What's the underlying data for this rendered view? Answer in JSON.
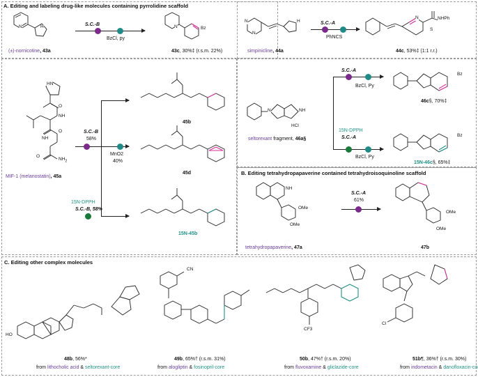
{
  "panelA": {
    "title": "A. Editing and labeling drug-like molecules containing pyrrolidine scaffold",
    "nornicotine": {
      "name": "(±)-nornicotine",
      "num": ", 43a",
      "step": "S.C.-B",
      "reagent": "BzCl, py",
      "prod": "43c",
      "yield": ", 30%‡ (r.s.m. 22%)",
      "bz": "Bz"
    },
    "simpinicline": {
      "name": "simpinicline",
      "num": ", 44a",
      "step": "S.C.-A",
      "reagent": "PhNCS",
      "prod": "44c",
      "yield": ", 53%‡ (1:1 r.r.)",
      "nhph": "NHPh",
      "s": "S"
    },
    "seltorexant": {
      "name": "seltorexant",
      "desc": " fragment, ",
      "num": "46a§",
      "hcl": "HCl",
      "step1": "S.C.-A",
      "reagent1": "BzCl, Py",
      "prod1": "46c",
      "yield1": "§, 70%‡",
      "label15": "15N-DPPH",
      "step2": "S.C.-A",
      "reagent2": "BzCl, Py",
      "prod2": "15N-46c",
      "yield2": "§, 65%‡"
    },
    "mif": {
      "name": "MIF-1 (melanostatin)",
      "num": ", 45a",
      "step": "S.C.-B",
      "pct": "58%",
      "ox": "MnO2",
      "oxpct": "40%",
      "label15": "15N-DPPH",
      "step2": "S.C.-B, 58%",
      "p1": "45b",
      "p2": "45d",
      "p3": "15N-45b"
    }
  },
  "panelB": {
    "title": "B. Editing  tetrahydropapaverine contained tetrahydroisoquinoline scaffold",
    "step": "S.C.-A",
    "pct": "61%",
    "sm": "tetrahydropapaverine",
    "smnum": ", 47a",
    "prod": "47b",
    "ome": "OMe"
  },
  "panelC": {
    "title": "C. Editing other complex molecules",
    "m1": {
      "num": "48b",
      "yield": ", 56%*",
      "from": "from ",
      "a": "lithocholic acid",
      "amp": " & ",
      "b": "seltorexant-core",
      "ho": "HO"
    },
    "m2": {
      "num": "49b",
      "yield": ", 65%† (r.s.m. 31%)",
      "from": "from ",
      "a": "alogliptin",
      "amp": " & ",
      "b": "fosinopril-core",
      "cn": "CN"
    },
    "m3": {
      "num": "50b",
      "yield": ", 47%† (r.s.m. 20%)",
      "from": "from ",
      "a": "fluvoxamine",
      "amp": " & ",
      "b": "gliclazide-core",
      "cf3": "CF3"
    },
    "m4": {
      "num": "51b",
      "yield": "¶, 36%† (r.s.m. 30%)",
      "from": "from ",
      "a": "indometacin",
      "amp": " & ",
      "b": "danofloxacin-core",
      "cl": "Cl"
    }
  }
}
